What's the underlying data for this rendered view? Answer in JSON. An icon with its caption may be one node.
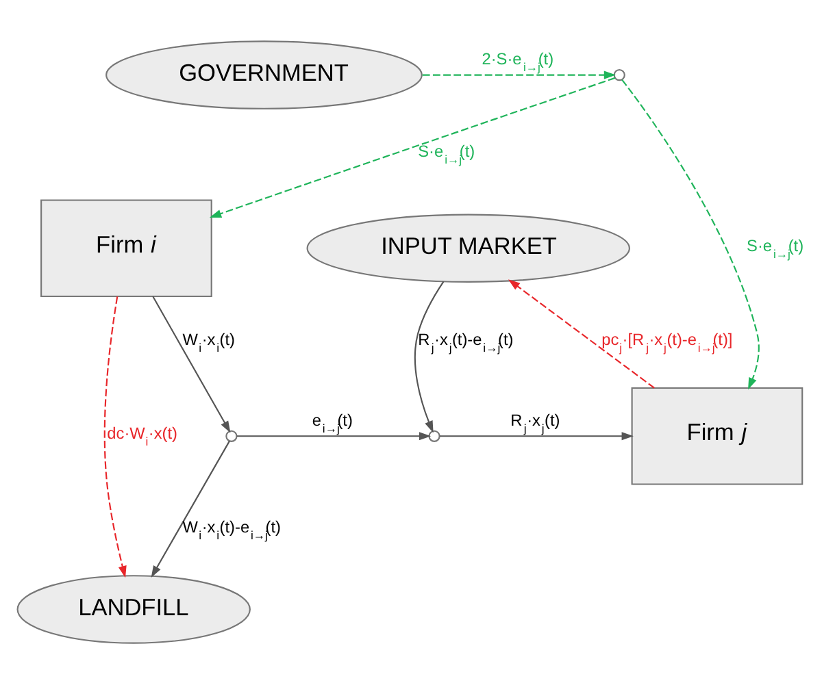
{
  "diagram": {
    "nodes": [
      {
        "text": [
          "GOVERNMENT"
        ]
      },
      {
        "text": [],
        "shape": "circle"
      },
      {
        "text": [
          "INPUT MARKET"
        ]
      },
      {
        "text": [
          "Firm *i*"
        ]
      },
      {
        "text": [],
        "shape": "circle"
      },
      {
        "text": [],
        "shape": "circle"
      },
      {
        "text": [
          "Firm *j*"
        ]
      },
      {
        "text": [
          "LANDFILL"
        ]
      }
    ],
    "edges": [
      {
        "from": 0,
        "to": 1,
        "arrow": "to",
        "label": "2·S·e$_{i→j}$(t)",
        "style": "dashed",
        "color": "#1fb45a"
      },
      {
        "from": 1,
        "to": 3,
        "arrow": "to",
        "label": "S·e$_{i→j}$(t)",
        "style": "dashed",
        "color": "#1fb45a"
      },
      {
        "from": 1,
        "to": 6,
        "arrow": "to",
        "label": "S·e$_{i→j}$(t)",
        "style": "dashed",
        "color": "#1fb45a"
      },
      {
        "from": 3,
        "to": 7,
        "arrow": "to",
        "label": "dc·W$_{i}$·x(t)",
        "style": "dashed",
        "color": "#e8262a"
      },
      {
        "from": 6,
        "to": 2,
        "arrow": "to",
        "label": "pc$_{j}$·[R$_{j}$·x$_{j}$(t)-e$_{i→j}$(t)]",
        "style": "dashed",
        "color": "#e8262a"
      },
      {
        "from": 3,
        "to": 4,
        "arrow": "to",
        "label": "W$_{i}$·x$_{i}$(t)"
      },
      {
        "from": 4,
        "to": 5,
        "arrow": "to",
        "label": "e$_{i→j}$(t)"
      },
      {
        "from": 4,
        "to": 7,
        "arrow": "to",
        "label": "W$_{i}$·x$_{i}$(t)-e$_{i→j}$(t)"
      },
      {
        "from": 2,
        "to": 5,
        "arrow": "to",
        "label": "R$_{j}$·x$_{j}$(t)-e$_{i→j}$(t)"
      },
      {
        "from": 5,
        "to": 6,
        "arrow": "to",
        "label": "R$_{j}$·x$_{j}$(t)"
      }
    ]
  }
}
